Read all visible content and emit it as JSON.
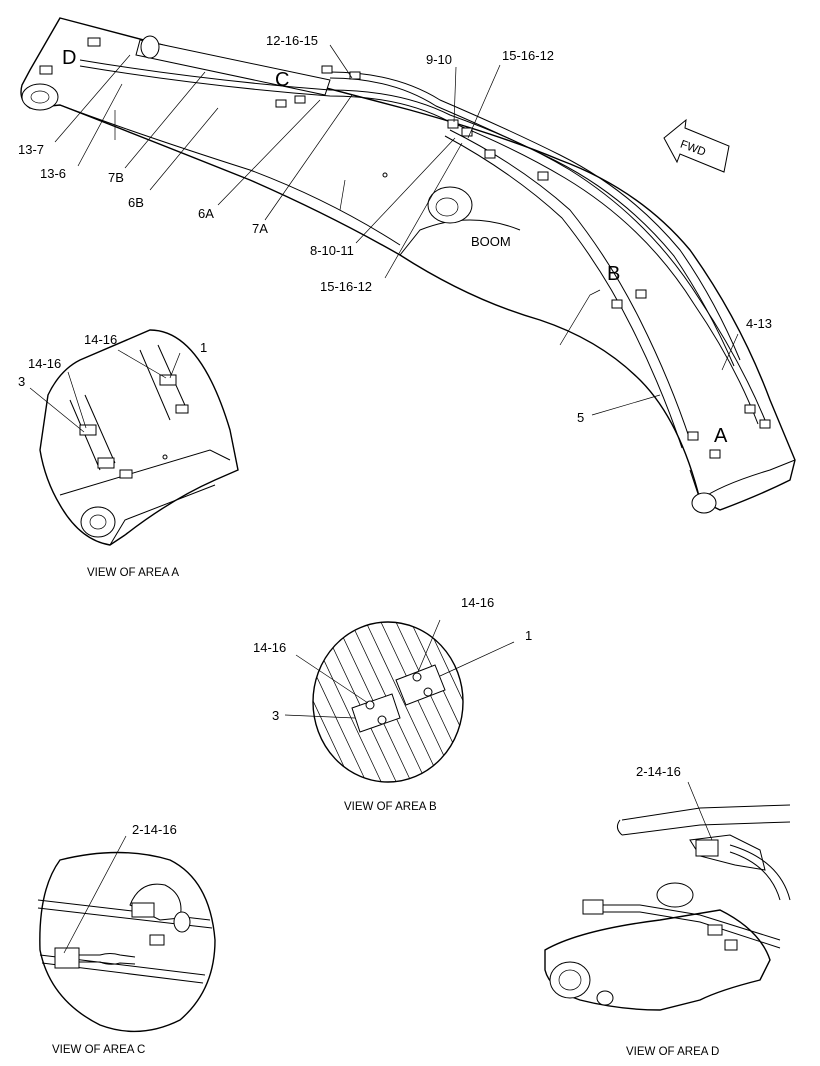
{
  "labels": {
    "l_12_16_15": "12-16-15",
    "l_9_10": "9-10",
    "l_15_16_12_top": "15-16-12",
    "l_13_7": "13-7",
    "l_13_6": "13-6",
    "l_7B": "7B",
    "l_6B": "6B",
    "l_6A": "6A",
    "l_7A": "7A",
    "l_8_10_11": "8-10-11",
    "l_15_16_12_mid": "15-16-12",
    "l_4_13": "4-13",
    "l_5": "5",
    "a_14_16_top": "14-16",
    "a_1": "1",
    "a_14_16_left": "14-16",
    "a_3": "3",
    "b_14_16_top": "14-16",
    "b_1": "1",
    "b_14_16_left": "14-16",
    "b_3": "3",
    "c_2_14_16": "2-14-16",
    "d_2_14_16": "2-14-16"
  },
  "area_markers": {
    "A": "A",
    "B": "B",
    "C": "C",
    "D": "D"
  },
  "boom_label": "BOOM",
  "fwd_label": "FWD",
  "captions": {
    "view_a": "VIEW OF AREA A",
    "view_b": "VIEW OF AREA B",
    "view_c": "VIEW OF AREA C",
    "view_d": "VIEW OF AREA D"
  }
}
